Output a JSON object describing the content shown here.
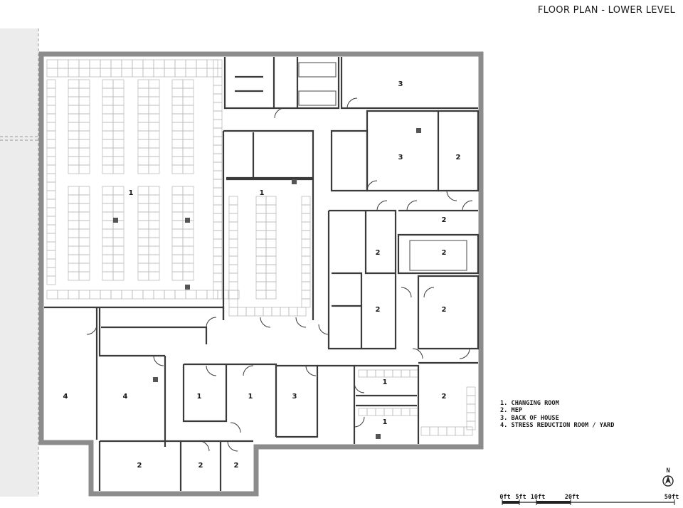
{
  "title": "FLOOR PLAN - LOWER LEVEL",
  "legend": [
    "1.  CHANGING ROOM",
    "2.  MEP",
    "3.  BACK OF HOUSE",
    "4.  STRESS REDUCTION ROOM / YARD"
  ],
  "rooms": {
    "changing_main": "1",
    "changing_mid": "1",
    "changing_low_a": "1",
    "changing_low_b": "1",
    "changing_right_a": "1",
    "changing_right_b": "1",
    "back_top": "3",
    "back_center": "3",
    "back_low": "3",
    "mep_top_right": "2",
    "mep_right_a": "2",
    "mep_right_b": "2",
    "mep_right_c": "2",
    "mep_mid_a": "2",
    "mep_mid_b": "2",
    "mep_low_right": "2",
    "mep_bottom_a": "2",
    "mep_bottom_b": "2",
    "mep_bottom_c": "2",
    "yard_a": "4",
    "yard_b": "4"
  },
  "north": "N",
  "scale": [
    "0ft",
    "5ft",
    "10ft",
    "20ft",
    "50ft"
  ],
  "colors": {
    "wall": "#8c8c8c",
    "line": "#333333",
    "fixture": "#bbbbbb",
    "context": "#ececec"
  }
}
